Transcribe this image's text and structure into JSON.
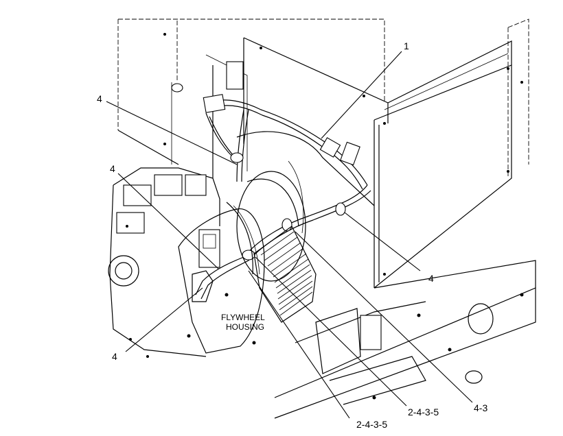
{
  "labels": {
    "flywheel_line1": "FLYWHEEL",
    "flywheel_line2": "HOUSING"
  },
  "callouts": {
    "c1": "1",
    "c4_top": "4",
    "c4_left": "4",
    "c4_right": "4",
    "c4_bottom": "4",
    "c2435_a": "2-4-3-5",
    "c2435_b": "2-4-3-5",
    "c43": "4-3"
  }
}
